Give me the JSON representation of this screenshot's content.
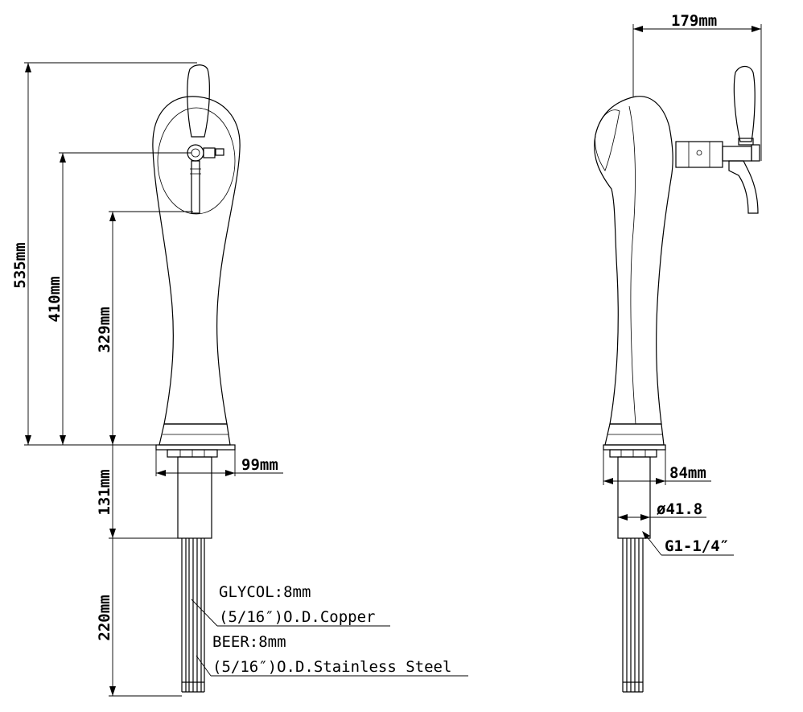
{
  "front_view": {
    "dimensions": {
      "total_height": "535mm",
      "spout_height": "410mm",
      "tap_bottom_height": "329mm",
      "base_width": "99mm",
      "shank_length": "131mm",
      "tube_length": "220mm"
    },
    "notes": {
      "glycol_line1": "GLYCOL:8mm",
      "glycol_line2": "(5/16″)O.D.Copper",
      "beer_line1": "BEER:8mm",
      "beer_line2": "(5/16″)O.D.Stainless Steel"
    }
  },
  "side_view": {
    "dimensions": {
      "depth": "179mm",
      "base_depth": "84mm",
      "shank_diameter": "ø41.8",
      "thread": "G1-1/4″"
    }
  }
}
